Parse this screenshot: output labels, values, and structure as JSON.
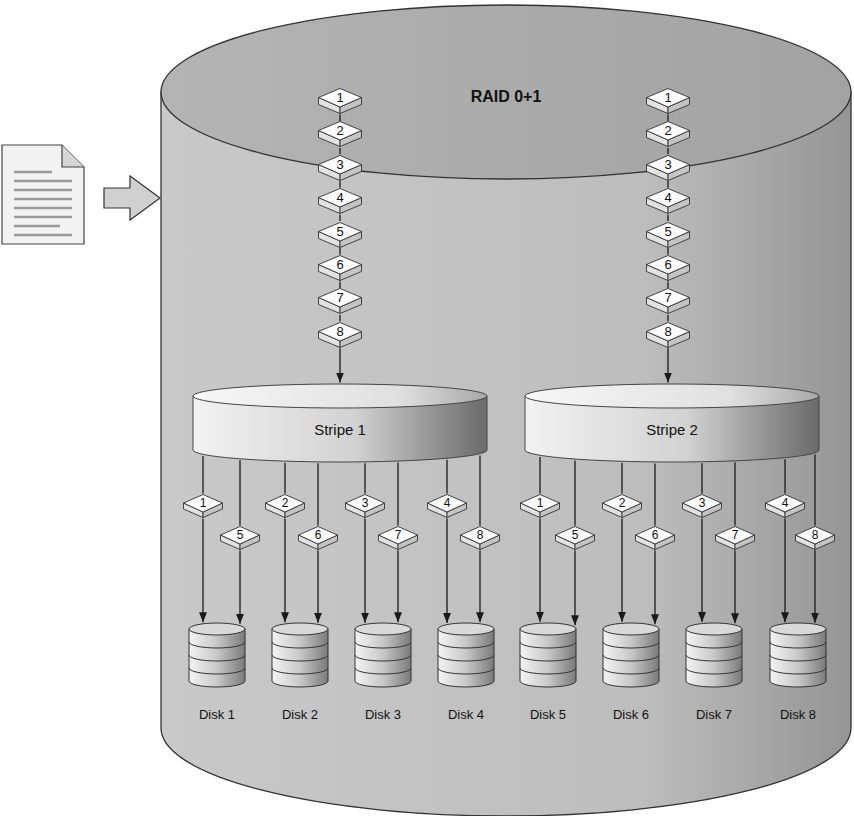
{
  "diagram": {
    "nodes": [
      {
        "text": [
          "RAID 0+1"
        ]
      },
      {
        "text": [
          "1"
        ],
        "in": 0
      },
      {
        "text": [
          "2"
        ],
        "in": 0
      },
      {
        "text": [
          "3"
        ],
        "in": 0
      },
      {
        "text": [
          "4"
        ],
        "in": 0
      },
      {
        "text": [
          "5"
        ],
        "in": 0
      },
      {
        "text": [
          "6"
        ],
        "in": 0
      },
      {
        "text": [
          "7"
        ],
        "in": 0
      },
      {
        "text": [
          "8"
        ],
        "in": 0
      },
      {
        "text": [
          "1"
        ],
        "in": 0
      },
      {
        "text": [
          "2"
        ],
        "in": 0
      },
      {
        "text": [
          "3"
        ],
        "in": 0
      },
      {
        "text": [
          "4"
        ],
        "in": 0
      },
      {
        "text": [
          "5"
        ],
        "in": 0
      },
      {
        "text": [
          "6"
        ],
        "in": 0
      },
      {
        "text": [
          "7"
        ],
        "in": 0
      },
      {
        "text": [
          "8"
        ],
        "in": 0
      },
      {
        "text": [
          "Stripe 1"
        ],
        "in": 0
      },
      {
        "text": [
          "Stripe 2"
        ],
        "in": 0
      },
      {
        "text": [
          "1"
        ],
        "in": 0
      },
      {
        "text": [
          "5"
        ],
        "in": 0
      },
      {
        "text": [
          "2"
        ],
        "in": 0
      },
      {
        "text": [
          "6"
        ],
        "in": 0
      },
      {
        "text": [
          "3"
        ],
        "in": 0
      },
      {
        "text": [
          "7"
        ],
        "in": 0
      },
      {
        "text": [
          "4"
        ],
        "in": 0
      },
      {
        "text": [
          "8"
        ],
        "in": 0
      },
      {
        "text": [
          "1"
        ],
        "in": 0
      },
      {
        "text": [
          "5"
        ],
        "in": 0
      },
      {
        "text": [
          "2"
        ],
        "in": 0
      },
      {
        "text": [
          "6"
        ],
        "in": 0
      },
      {
        "text": [
          "3"
        ],
        "in": 0
      },
      {
        "text": [
          "7"
        ],
        "in": 0
      },
      {
        "text": [
          "4"
        ],
        "in": 0
      },
      {
        "text": [
          "8"
        ],
        "in": 0
      },
      {
        "text": [
          "Disk 1"
        ],
        "in": 0
      },
      {
        "text": [
          "Disk 2"
        ],
        "in": 0
      },
      {
        "text": [
          "Disk 3"
        ],
        "in": 0
      },
      {
        "text": [
          "Disk 4"
        ],
        "in": 0
      },
      {
        "text": [
          "Disk 5"
        ],
        "in": 0
      },
      {
        "text": [
          "Disk 6"
        ],
        "in": 0
      },
      {
        "text": [
          "Disk 7"
        ],
        "in": 0
      },
      {
        "text": [
          "Disk 8"
        ],
        "in": 0
      }
    ],
    "edges": [
      {
        "from": 1,
        "to": 2,
        "arrow": "none"
      },
      {
        "from": 2,
        "to": 3,
        "arrow": "none"
      },
      {
        "from": 3,
        "to": 4,
        "arrow": "none"
      },
      {
        "from": 4,
        "to": 5,
        "arrow": "none"
      },
      {
        "from": 5,
        "to": 6,
        "arrow": "none"
      },
      {
        "from": 6,
        "to": 7,
        "arrow": "none"
      },
      {
        "from": 7,
        "to": 8,
        "arrow": "none"
      },
      {
        "from": 8,
        "to": 17,
        "arrow": "to"
      },
      {
        "from": 9,
        "to": 10,
        "arrow": "none"
      },
      {
        "from": 10,
        "to": 11,
        "arrow": "none"
      },
      {
        "from": 11,
        "to": 12,
        "arrow": "none"
      },
      {
        "from": 12,
        "to": 13,
        "arrow": "none"
      },
      {
        "from": 13,
        "to": 14,
        "arrow": "none"
      },
      {
        "from": 14,
        "to": 15,
        "arrow": "none"
      },
      {
        "from": 15,
        "to": 16,
        "arrow": "none"
      },
      {
        "from": 16,
        "to": 18,
        "arrow": "to"
      },
      {
        "from": 17,
        "to": 19,
        "arrow": "none"
      },
      {
        "from": 19,
        "to": 35,
        "arrow": "to"
      },
      {
        "from": 17,
        "to": 20,
        "arrow": "none"
      },
      {
        "from": 20,
        "to": 35,
        "arrow": "to"
      },
      {
        "from": 17,
        "to": 21,
        "arrow": "none"
      },
      {
        "from": 21,
        "to": 36,
        "arrow": "to"
      },
      {
        "from": 17,
        "to": 22,
        "arrow": "none"
      },
      {
        "from": 22,
        "to": 36,
        "arrow": "to"
      },
      {
        "from": 17,
        "to": 23,
        "arrow": "none"
      },
      {
        "from": 23,
        "to": 37,
        "arrow": "to"
      },
      {
        "from": 17,
        "to": 24,
        "arrow": "none"
      },
      {
        "from": 24,
        "to": 37,
        "arrow": "to"
      },
      {
        "from": 17,
        "to": 25,
        "arrow": "none"
      },
      {
        "from": 25,
        "to": 38,
        "arrow": "to"
      },
      {
        "from": 17,
        "to": 26,
        "arrow": "none"
      },
      {
        "from": 26,
        "to": 38,
        "arrow": "to"
      },
      {
        "from": 18,
        "to": 27,
        "arrow": "none"
      },
      {
        "from": 27,
        "to": 39,
        "arrow": "to"
      },
      {
        "from": 18,
        "to": 28,
        "arrow": "none"
      },
      {
        "from": 28,
        "to": 39,
        "arrow": "to"
      },
      {
        "from": 18,
        "to": 29,
        "arrow": "none"
      },
      {
        "from": 29,
        "to": 40,
        "arrow": "to"
      },
      {
        "from": 18,
        "to": 30,
        "arrow": "none"
      },
      {
        "from": 30,
        "to": 40,
        "arrow": "to"
      },
      {
        "from": 18,
        "to": 31,
        "arrow": "none"
      },
      {
        "from": 31,
        "to": 41,
        "arrow": "to"
      },
      {
        "from": 18,
        "to": 32,
        "arrow": "none"
      },
      {
        "from": 32,
        "to": 41,
        "arrow": "to"
      },
      {
        "from": 18,
        "to": 33,
        "arrow": "none"
      },
      {
        "from": 33,
        "to": 42,
        "arrow": "to"
      },
      {
        "from": 18,
        "to": 34,
        "arrow": "none"
      },
      {
        "from": 34,
        "to": 42,
        "arrow": "to"
      }
    ]
  }
}
